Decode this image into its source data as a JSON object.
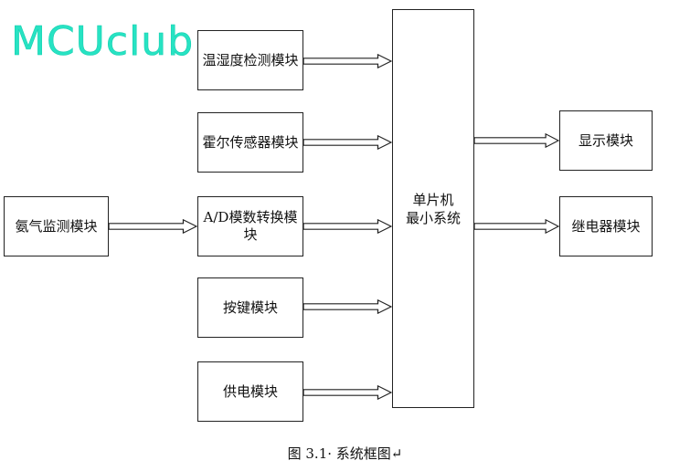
{
  "watermark": "MCUclub",
  "modules": {
    "temp_humidity": "温湿度检测模块",
    "hall_sensor": "霍尔传感器模块",
    "ammonia": "氨气监测模块",
    "adc": "A/D模数转换模块",
    "keys": "按键模块",
    "power": "供电模块",
    "mcu_line1": "单片机",
    "mcu_line2": "最小系统",
    "display": "显示模块",
    "relay": "继电器模块"
  },
  "caption": "图 3.1· 系统框图↵"
}
